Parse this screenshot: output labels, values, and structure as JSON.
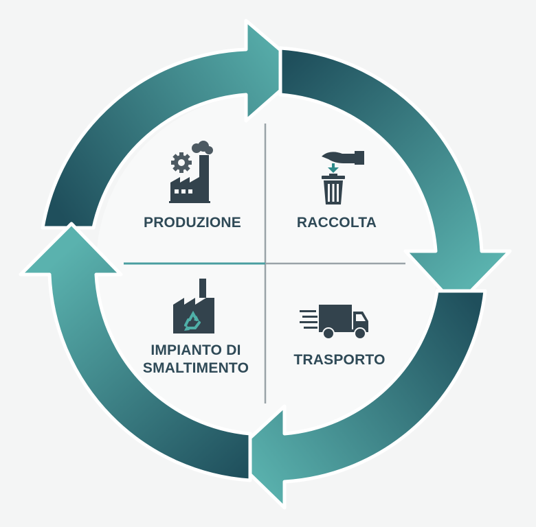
{
  "stages": [
    {
      "id": "produzione",
      "lines": [
        "PRODUZIONE"
      ],
      "icon": "factory-gear-icon"
    },
    {
      "id": "raccolta",
      "lines": [
        "RACCOLTA"
      ],
      "icon": "trash-bin-hand-icon"
    },
    {
      "id": "trasporto",
      "lines": [
        "TRASPORTO"
      ],
      "icon": "delivery-truck-icon"
    },
    {
      "id": "impianto",
      "lines": [
        "IMPIANTO DI",
        "SMALTIMENTO"
      ],
      "icon": "recycling-plant-icon"
    }
  ],
  "colors": {
    "teal_light": "#5ab2ae",
    "teal_dark": "#1f4f5c",
    "text": "#2f4a57",
    "divider_gray": "#9aa3a8",
    "divider_teal": "#4a9ea0",
    "background": "#f4f5f5"
  }
}
